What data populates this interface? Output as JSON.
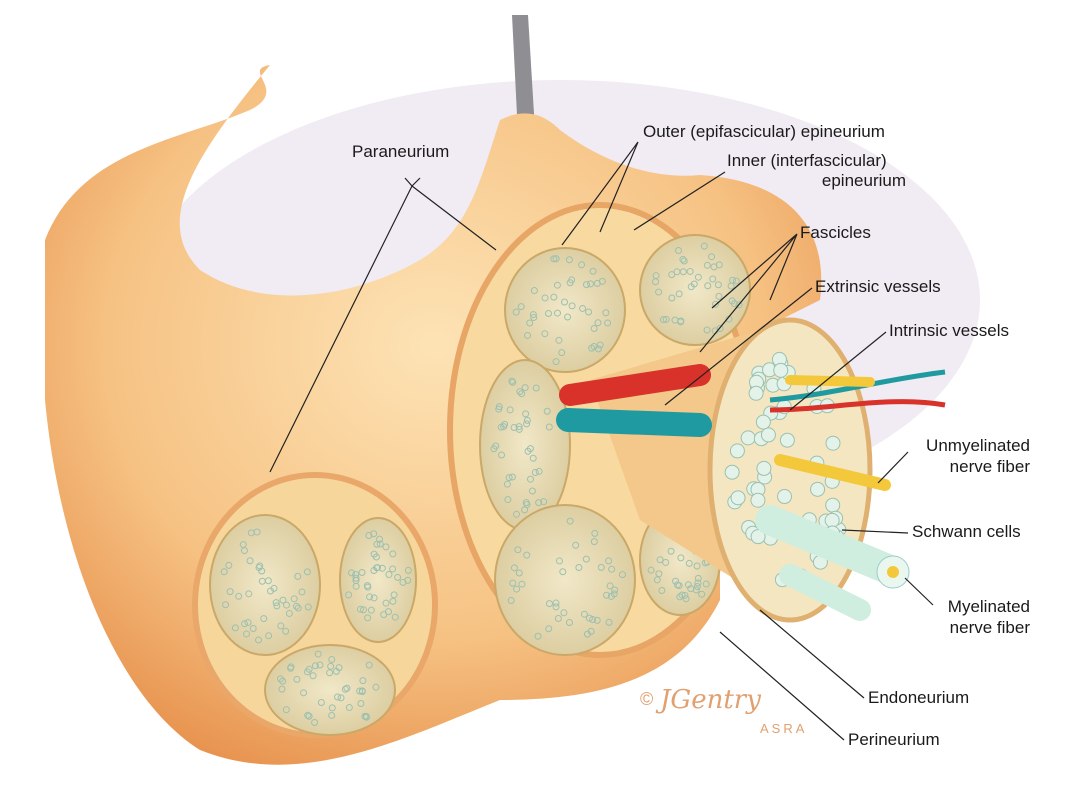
{
  "labels": {
    "paraneurium": "Paraneurium",
    "outer_epineurium": "Outer (epifascicular) epineurium",
    "inner_epineurium_1": "Inner (interfascicular)",
    "inner_epineurium_2": "epineurium",
    "fascicles": "Fascicles",
    "extrinsic_vessels": "Extrinsic vessels",
    "intrinsic_vessels": "Intrinsic vessels",
    "unmyelinated_1": "Unmyelinated",
    "unmyelinated_2": "nerve fiber",
    "schwann_cells": "Schwann cells",
    "myelinated_1": "Myelinated",
    "myelinated_2": "nerve fiber",
    "endoneurium": "Endoneurium",
    "perineurium": "Perineurium"
  },
  "signature": {
    "copyright": "©",
    "name": "JGentry",
    "org": "ASRA"
  },
  "colors": {
    "tissue": "#f6c98a",
    "tissue_dark": "#e89a55",
    "fascicle": "#efe3bd",
    "artery": "#d8322a",
    "vein": "#1f9aa0",
    "myelin": "#cfeee0",
    "unmyelinated": "#f3c83a"
  }
}
